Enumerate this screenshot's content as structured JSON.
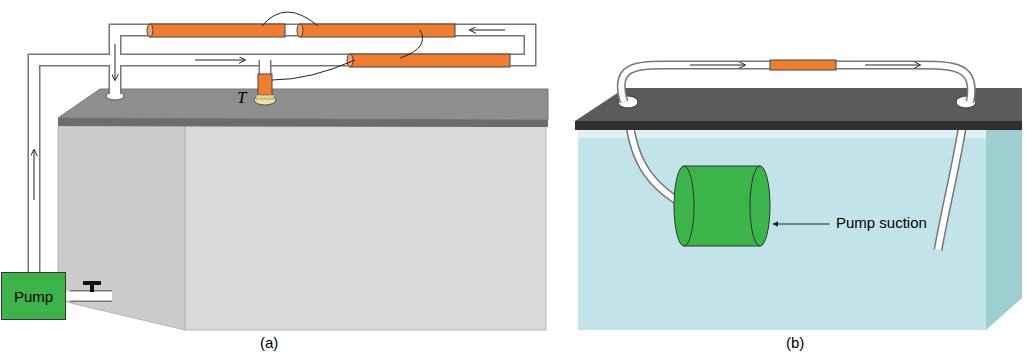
{
  "diagram": {
    "nodes": [
      {
        "text": [
          "Pump"
        ]
      }
    ],
    "labels": [
      "T",
      "Pump suction",
      "(a)",
      "(b)"
    ]
  }
}
